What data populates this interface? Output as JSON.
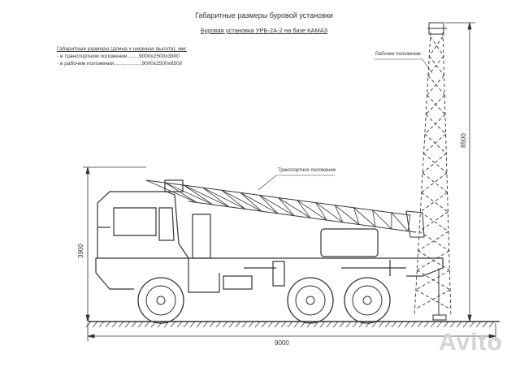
{
  "title": "Габаритные размеры буровой установки",
  "subtitle": "Буровая установка УРБ-2А-2 на базе КАМАЗ",
  "specs": {
    "header": "Габаритные размеры (длина х ширинах высота), мм:",
    "transport": "- в транспортном положении........9000х2500х3900",
    "working": "- в рабочем положении...................9000х2500х8500"
  },
  "labels": {
    "working_position": "Рабочее положение",
    "transport_position": "Транспортное положение"
  },
  "dimensions": {
    "length": "9000",
    "height_transport": "3900",
    "height_working": "8500"
  },
  "watermark": "Avito",
  "colors": {
    "line": "#333333",
    "paper": "#ffffff"
  }
}
